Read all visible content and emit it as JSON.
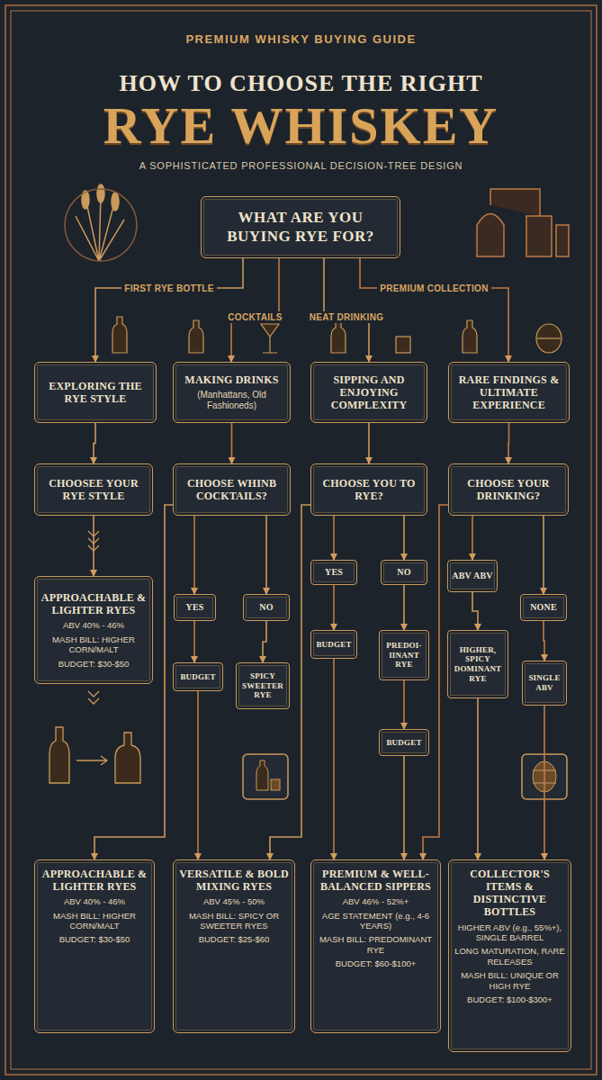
{
  "diagram": {
    "title": "RYE WHISKEY",
    "nodes": [
      {
        "text": [
          "WHAT ARE YOU BUYING RYE FOR?"
        ]
      },
      {
        "text": [
          "EXPLORING THE RYE STYLE"
        ]
      },
      {
        "text": [
          "MAKING DRINKS",
          "(Manhattans, Old Fashioneds)"
        ]
      },
      {
        "text": [
          "SIPPING AND ENJOYING COMPLEXITY"
        ]
      },
      {
        "text": [
          "RARE FINDINGS & ULTIMATE EXPERIENCE"
        ]
      },
      {
        "text": [
          "CHOOSEE YOUR RYE STYLE"
        ]
      },
      {
        "text": [
          "CHOOSE WHINB COCKTAILS?"
        ]
      },
      {
        "text": [
          "CHOOSE YOU TO RYE?"
        ]
      },
      {
        "text": [
          "CHOOSE YOUR DRINKING?"
        ]
      },
      {
        "text": [
          "APPROACHABLE & LIGHTER RYES",
          "ABV 40% - 46%",
          "MASH BILL: HIGHER CORN/MALT",
          "BUDGET: $30-$50"
        ]
      },
      {
        "text": [
          "YES"
        ]
      },
      {
        "text": [
          "NO"
        ]
      },
      {
        "text": [
          "YES"
        ]
      },
      {
        "text": [
          "NO"
        ]
      },
      {
        "text": [
          "ABV ABV"
        ]
      },
      {
        "text": [
          "NONE"
        ]
      },
      {
        "text": [
          "BUDGET"
        ]
      },
      {
        "text": [
          "SPICY SWEETER RYE"
        ]
      },
      {
        "text": [
          "BUDGET"
        ]
      },
      {
        "text": [
          "PREDOI- IINANT RYE"
        ]
      },
      {
        "text": [
          "HIGHER, SPICY DOMINANT RYE"
        ]
      },
      {
        "text": [
          "SINGLE ABV"
        ]
      },
      {
        "text": [
          "BUDGET"
        ]
      },
      {
        "text": [
          "APPROACHABLE & LIGHTER RYES",
          "ABV 40% - 46%",
          "MASH BILL: HIGHER CORN/MALT",
          "BUDGET: $30-$50"
        ]
      },
      {
        "text": [
          "VERSATILE & BOLD MIXING RYES",
          "ABV 45% - 50%",
          "MASH BILL: SPICY OR SWEETER RYES",
          "BUDGET: $25-$60"
        ]
      },
      {
        "text": [
          "PREMIUM & WELL-BALANCED SIPPERS",
          "ABV 46% - 52%+",
          "AGE STATEMENT (e.g., 4-6 YEARS)",
          "MASH BILL: PREDOMINANT RYE",
          "BUDGET: $60-$100+"
        ]
      },
      {
        "text": [
          "COLLECTOR'S ITEMS & DISTINCTIVE BOTTLES",
          "HIGHER ABV (e.g., 55%+), SINGLE BARREL",
          "LONG MATURATION, RARE RELEASES",
          "MASH BILL: UNIQUE OR HIGH RYE",
          "BUDGET: $100-$300+"
        ]
      }
    ],
    "edges": [
      {
        "from": 0,
        "to": 1,
        "arrow": "to",
        "label": "FIRST RYE BOTTLE"
      },
      {
        "from": 0,
        "to": 2,
        "arrow": "to",
        "label": "COCKTAILS"
      },
      {
        "from": 0,
        "to": 3,
        "arrow": "to",
        "label": "NEAT DRINKING"
      },
      {
        "from": 0,
        "to": 4,
        "arrow": "to",
        "label": "PREMIUM COLLECTION"
      },
      {
        "from": 1,
        "to": 5,
        "arrow": "to"
      },
      {
        "from": 2,
        "to": 6,
        "arrow": "to"
      },
      {
        "from": 3,
        "to": 7,
        "arrow": "to"
      },
      {
        "from": 4,
        "to": 8,
        "arrow": "to"
      },
      {
        "from": 5,
        "to": 9,
        "arrow": "to"
      },
      {
        "from": 6,
        "to": 10,
        "arrow": "to"
      },
      {
        "from": 6,
        "to": 11,
        "arrow": "to"
      },
      {
        "from": 7,
        "to": 12,
        "arrow": "to"
      },
      {
        "from": 7,
        "to": 13,
        "arrow": "to"
      },
      {
        "from": 8,
        "to": 14,
        "arrow": "to"
      },
      {
        "from": 8,
        "to": 15,
        "arrow": "to"
      },
      {
        "from": 10,
        "to": 16,
        "arrow": "to"
      },
      {
        "from": 11,
        "to": 17,
        "arrow": "to"
      },
      {
        "from": 12,
        "to": 18,
        "arrow": "to"
      },
      {
        "from": 13,
        "to": 19,
        "arrow": "to"
      },
      {
        "from": 19,
        "to": 22,
        "arrow": "to"
      },
      {
        "from": 14,
        "to": 20,
        "arrow": "to"
      },
      {
        "from": 15,
        "to": 21,
        "arrow": "to"
      },
      {
        "from": 6,
        "to": 23,
        "arrow": "to"
      },
      {
        "from": 16,
        "to": 24,
        "arrow": "to"
      },
      {
        "from": 7,
        "to": 24,
        "arrow": "to"
      },
      {
        "from": 18,
        "to": 25,
        "arrow": "to"
      },
      {
        "from": 22,
        "to": 25,
        "arrow": "to"
      },
      {
        "from": 8,
        "to": 25,
        "arrow": "to"
      },
      {
        "from": 20,
        "to": 26,
        "arrow": "to"
      },
      {
        "from": 21,
        "to": 26,
        "arrow": "to"
      }
    ],
    "labels": [
      "PREMIUM WHISKY BUYING GUIDE",
      "HOW TO CHOOSE THE RIGHT",
      "A SOPHISTICATED PROFESSIONAL DECISION-TREE DESIGN"
    ]
  }
}
